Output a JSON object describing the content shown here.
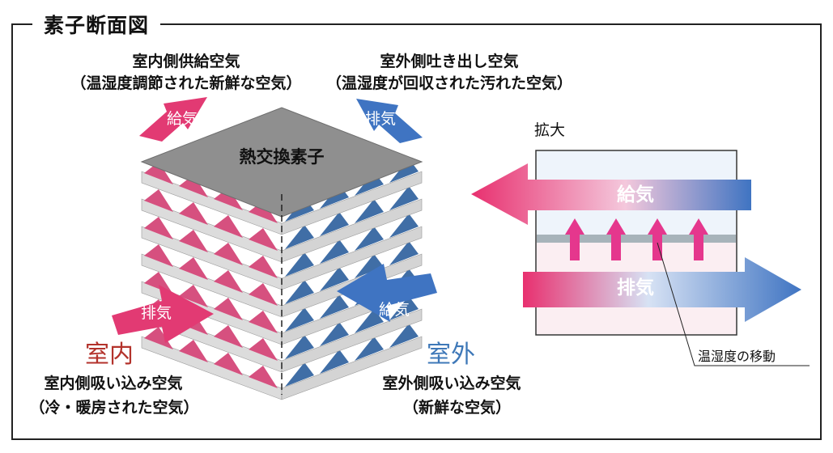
{
  "title": "素子断面図",
  "core_label": "熱交換素子",
  "top_left": {
    "line1": "室内側供給空気",
    "line2": "（温湿度調節された新鮮な空気）"
  },
  "top_right": {
    "line1": "室外側吐き出し空気",
    "line2": "（温湿度が回収された汚れた空気）"
  },
  "indoor": {
    "heading": "室内",
    "line1": "室内側吸い込み空気",
    "line2": "（冷・暖房された空気）"
  },
  "outdoor": {
    "heading": "室外",
    "line1": "室外側吸い込み空気",
    "line2": "（新鮮な空気）"
  },
  "arrows": {
    "supply_top": "給気",
    "exhaust_top": "排気",
    "exhaust_bottom": "排気",
    "supply_bottom": "給気"
  },
  "zoom": {
    "label": "拡大",
    "supply": "給気",
    "exhaust": "排気",
    "note": "温湿度の移動"
  },
  "colors": {
    "pink": "#e8306f",
    "blue": "#3f74c2",
    "indoor_text": "#b3322b",
    "outdoor_text": "#3e78b8"
  }
}
